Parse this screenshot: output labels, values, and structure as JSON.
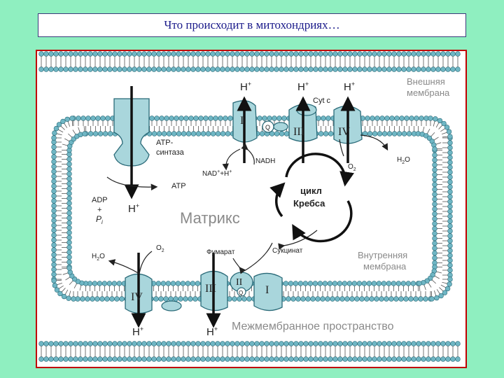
{
  "title": "Что происходит в митохондриях…",
  "labels": {
    "outer_membrane_1": "Внешняя",
    "outer_membrane_2": "мембрана",
    "inner_membrane_1": "Внутренняя",
    "inner_membrane_2": "мембрана",
    "matrix": "Матрикс",
    "intermembrane_space": "Межмембранное пространство",
    "krebs_1": "цикл",
    "krebs_2": "Кребса",
    "atp_synthase_1": "ATP-",
    "atp_synthase_2": "синтаза",
    "atp": "ATP",
    "adp": "ADP",
    "plus": "+",
    "pi": "P",
    "pi_sub": "i",
    "h_plus": "H",
    "plus_sup": "+",
    "nad": "NAD",
    "nad_rest": "+H",
    "nadh": "NADH",
    "cyt_c": "Cyt c",
    "o2": "O",
    "h2o": "H",
    "h2o_rest": "O",
    "two": "2",
    "fumarate": "Фумарат",
    "succinate": "Сукцинат",
    "q": "Q",
    "complex_I": "I",
    "complex_II": "II",
    "complex_III": "III",
    "complex_IV": "IV"
  }
}
